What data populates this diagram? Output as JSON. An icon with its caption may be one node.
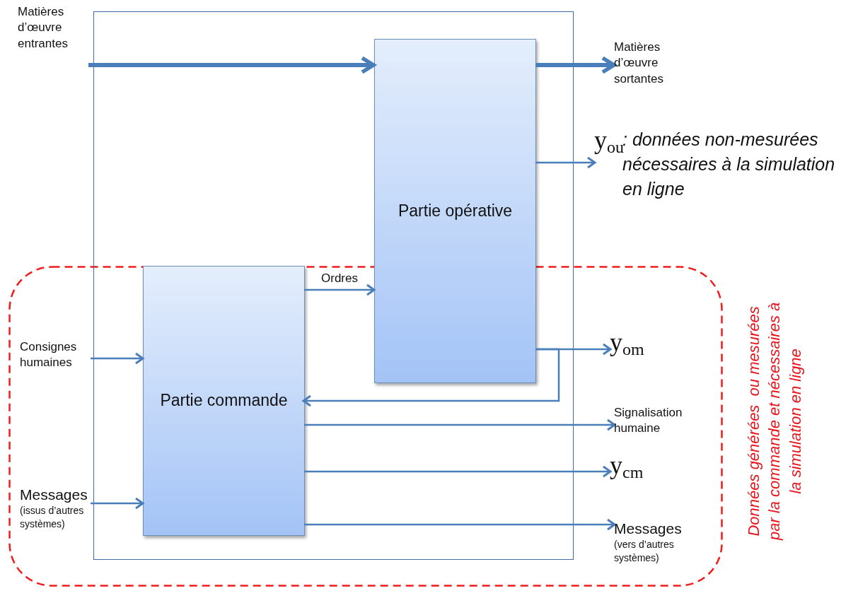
{
  "diagram": {
    "nodes": [
      {
        "text": [],
        "shape": "box"
      },
      {
        "text": [
          "Partie opérative"
        ],
        "in": 0
      },
      {
        "text": [
          "Partie commande"
        ],
        "in": 0
      },
      {
        "text": [
          "Matières d’œuvre entrantes"
        ]
      },
      {
        "text": [
          "Matières d’œuvre sortantes"
        ]
      },
      {
        "text": [
          "y$_{ou}$"
        ],
        "beside": [
          ": données non-mesurées nécessaires à la simulation en ligne"
        ]
      },
      {
        "text": [
          "y$_{om}$"
        ]
      },
      {
        "text": [
          "Signalisation humaine"
        ]
      },
      {
        "text": [
          "y$_{cm}$"
        ]
      },
      {
        "text": [
          "Messages",
          "(vers d’autres systèmes)"
        ]
      },
      {
        "text": [
          "Consignes humaines"
        ]
      },
      {
        "text": [
          "Messages",
          "(issus d’autres systèmes)"
        ]
      }
    ],
    "edges": [
      {
        "from": 3,
        "to": 1,
        "arrow": "to",
        "style": "thick"
      },
      {
        "from": 1,
        "to": 4,
        "arrow": "to",
        "style": "thick"
      },
      {
        "from": 1,
        "to": 5,
        "arrow": "to"
      },
      {
        "from": 2,
        "to": 1,
        "arrow": "to",
        "label": "Ordres"
      },
      {
        "from": 1,
        "to": 6,
        "arrow": "to"
      },
      {
        "from": 1,
        "to": 2,
        "arrow": "to"
      },
      {
        "from": 2,
        "to": 7,
        "arrow": "to"
      },
      {
        "from": 2,
        "to": 8,
        "arrow": "to"
      },
      {
        "from": 2,
        "to": 9,
        "arrow": "to"
      },
      {
        "from": 10,
        "to": 2,
        "arrow": "to"
      },
      {
        "from": 11,
        "to": 2,
        "arrow": "to"
      }
    ],
    "labels": [
      "Données générées  ou mesurées par la commande et nécessaires à la simulation en ligne"
    ]
  }
}
